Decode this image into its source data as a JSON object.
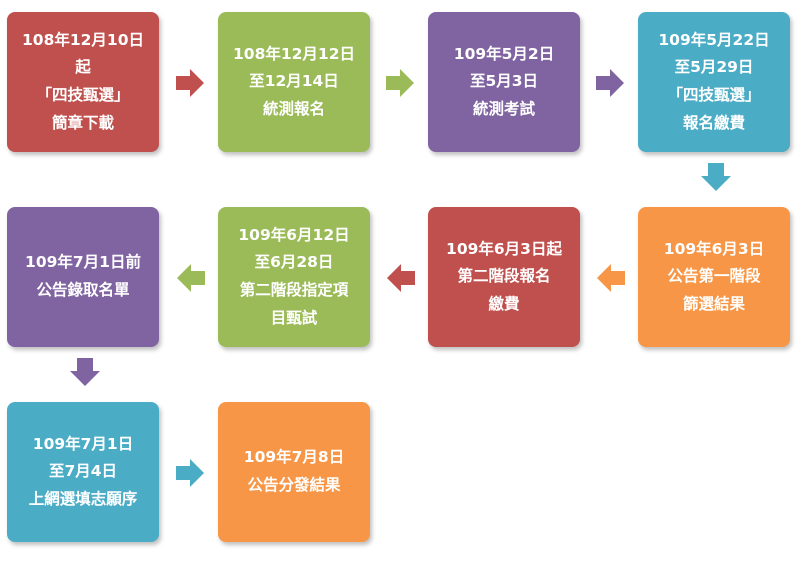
{
  "colors": {
    "red": "#c0504d",
    "green": "#9bbb59",
    "purple": "#8064a2",
    "blue": "#4bacc6",
    "orange": "#f79646"
  },
  "steps": [
    {
      "lines": [
        "108年12月10日起",
        "「四技甄選」",
        "簡章下載"
      ],
      "color": "red"
    },
    {
      "lines": [
        "108年12月12日",
        "至12月14日",
        "統測報名"
      ],
      "color": "green"
    },
    {
      "lines": [
        "109年5月2日",
        "至5月3日",
        "統測考試"
      ],
      "color": "purple"
    },
    {
      "lines": [
        "109年5月22日",
        "至5月29日",
        "「四技甄選」",
        "報名繳費"
      ],
      "color": "blue"
    },
    {
      "lines": [
        "109年6月3日",
        "公告第一階段",
        "篩選結果"
      ],
      "color": "orange"
    },
    {
      "lines": [
        "109年6月3日起",
        "第二階段報名",
        "繳費"
      ],
      "color": "red"
    },
    {
      "lines": [
        "109年6月12日",
        "至6月28日",
        "第二階段指定項",
        "目甄試"
      ],
      "color": "green"
    },
    {
      "lines": [
        "109年7月1日前",
        "公告錄取名單"
      ],
      "color": "purple"
    },
    {
      "lines": [
        "109年7月1日",
        "至7月4日",
        "上網選填志願序"
      ],
      "color": "blue"
    },
    {
      "lines": [
        "109年7月8日",
        "公告分發結果"
      ],
      "color": "orange"
    }
  ],
  "arrows": [
    {
      "direction": "right",
      "color": "red"
    },
    {
      "direction": "right",
      "color": "green"
    },
    {
      "direction": "right",
      "color": "purple"
    },
    {
      "direction": "down",
      "color": "blue"
    },
    {
      "direction": "left",
      "color": "orange"
    },
    {
      "direction": "left",
      "color": "red"
    },
    {
      "direction": "left",
      "color": "green"
    },
    {
      "direction": "down",
      "color": "purple"
    },
    {
      "direction": "right",
      "color": "blue"
    }
  ]
}
